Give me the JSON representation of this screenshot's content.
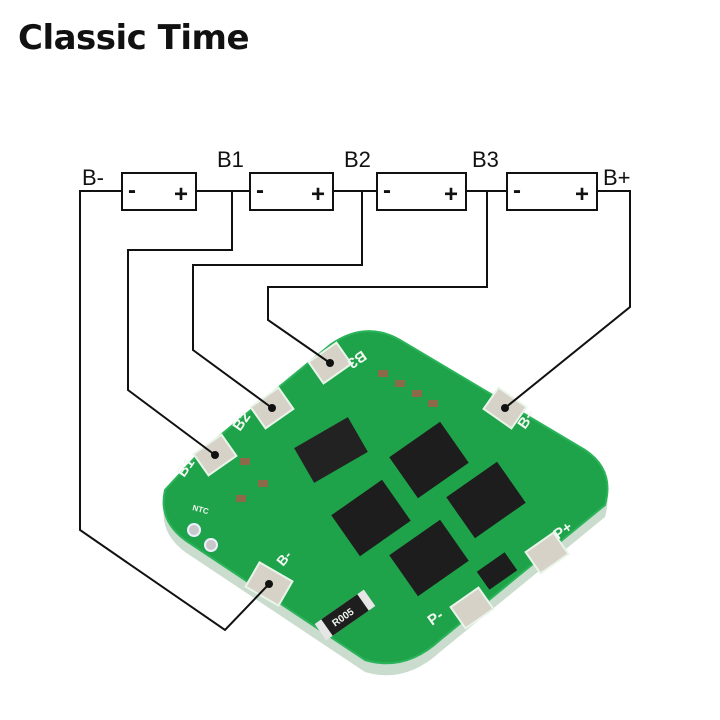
{
  "title": "Classic Time",
  "diagram": {
    "terminals": [
      "B-",
      "B1",
      "B2",
      "B3",
      "B+"
    ],
    "cells": [
      {
        "neg": "-",
        "pos": "+"
      },
      {
        "neg": "-",
        "pos": "+"
      },
      {
        "neg": "-",
        "pos": "+"
      },
      {
        "neg": "-",
        "pos": "+"
      }
    ],
    "board": {
      "pads": [
        "B1",
        "B2",
        "B3",
        "B+",
        "B-",
        "P+",
        "P-"
      ],
      "ntc_label": "NTC",
      "resistor_label": "R005",
      "pcb_color": "#1fa34a"
    }
  }
}
